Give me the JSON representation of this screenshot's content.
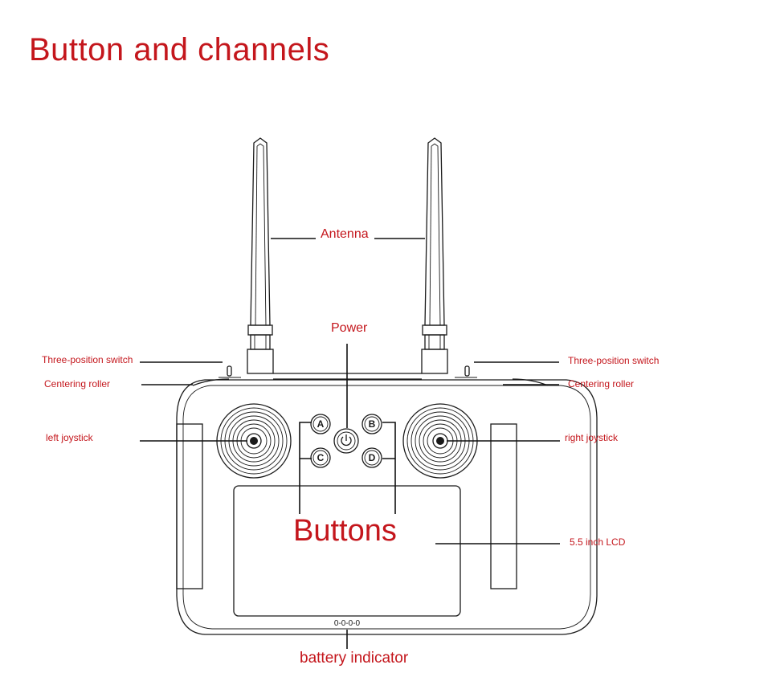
{
  "title": "Button and channels",
  "labels": {
    "antenna": "Antenna",
    "power": "Power",
    "three_position_switch_left": "Three-position switch",
    "three_position_switch_right": "Three-position switch",
    "centering_roller_left": "Centering roller",
    "centering_roller_right": "Centering roller",
    "left_joystick": "left joystick",
    "right_joystick": "right joystick",
    "buttons": "Buttons",
    "lcd": "5.5 inch LCD",
    "battery_indicator": "battery indicator"
  },
  "buttons": {
    "a": "A",
    "b": "B",
    "c": "C",
    "d": "D"
  },
  "battery_leds": "0-0-0-0",
  "colors": {
    "label": "#c4161c",
    "line": "#1a1a1a"
  }
}
